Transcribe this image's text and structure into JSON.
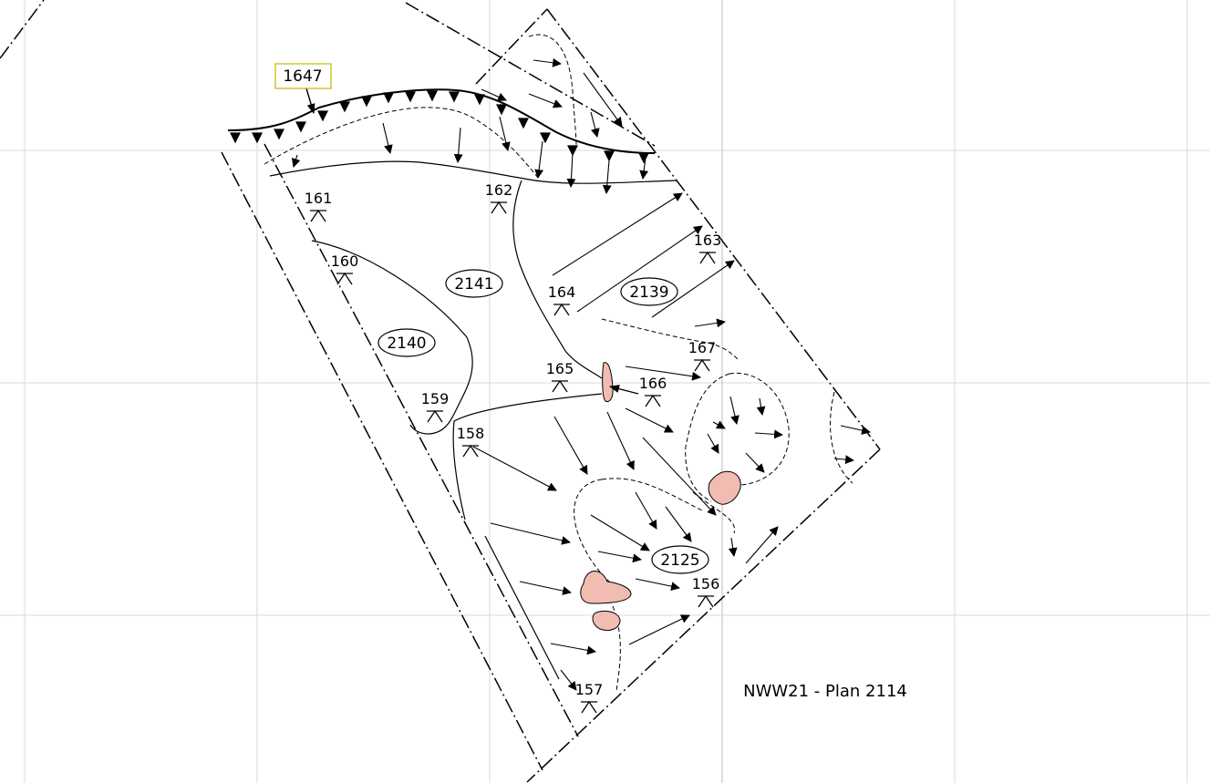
{
  "plan": {
    "title": "NWW21 - Plan 2114",
    "cut_label": "1647",
    "contexts": [
      "2141",
      "2140",
      "2139",
      "2125"
    ],
    "levels": [
      "161",
      "162",
      "163",
      "160",
      "164",
      "165",
      "166",
      "167",
      "159",
      "158",
      "156",
      "157"
    ]
  },
  "colors": {
    "stone_fill": "#f1bcb1",
    "grid": "#d9d9d9",
    "cut_box_border": "#c9b800"
  }
}
